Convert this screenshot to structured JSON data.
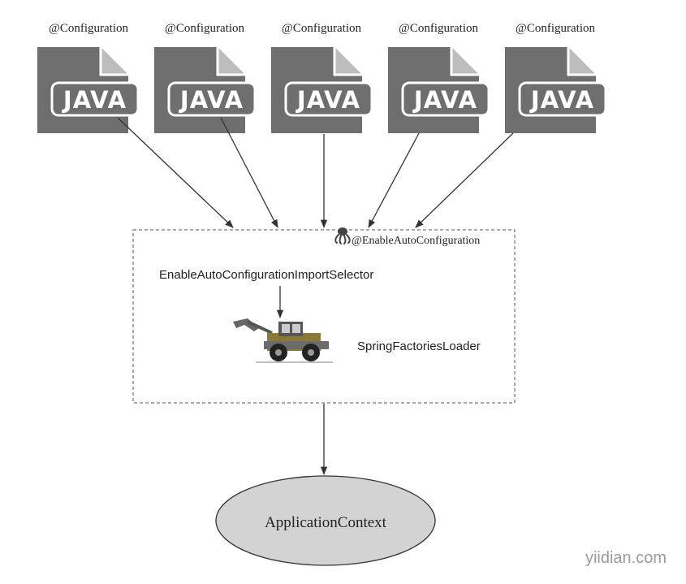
{
  "config_files": [
    {
      "annotation": "@Configuration",
      "file_label": "JAVA"
    },
    {
      "annotation": "@Configuration",
      "file_label": "JAVA"
    },
    {
      "annotation": "@Configuration",
      "file_label": "JAVA"
    },
    {
      "annotation": "@Configuration",
      "file_label": "JAVA"
    },
    {
      "annotation": "@Configuration",
      "file_label": "JAVA"
    }
  ],
  "enable_box": {
    "annotation": "@EnableAutoConfiguration",
    "selector": "EnableAutoConfigurationImportSelector",
    "loader": "SpringFactoriesLoader",
    "annotation_icon": "octopus-icon",
    "loader_icon": "loader-truck-icon"
  },
  "context": {
    "label": "ApplicationContext"
  },
  "watermark": "yiidian.com",
  "colors": {
    "file_icon": "#6e6e6e",
    "ellipse_fill": "#d3d3d3",
    "line": "#333333"
  }
}
